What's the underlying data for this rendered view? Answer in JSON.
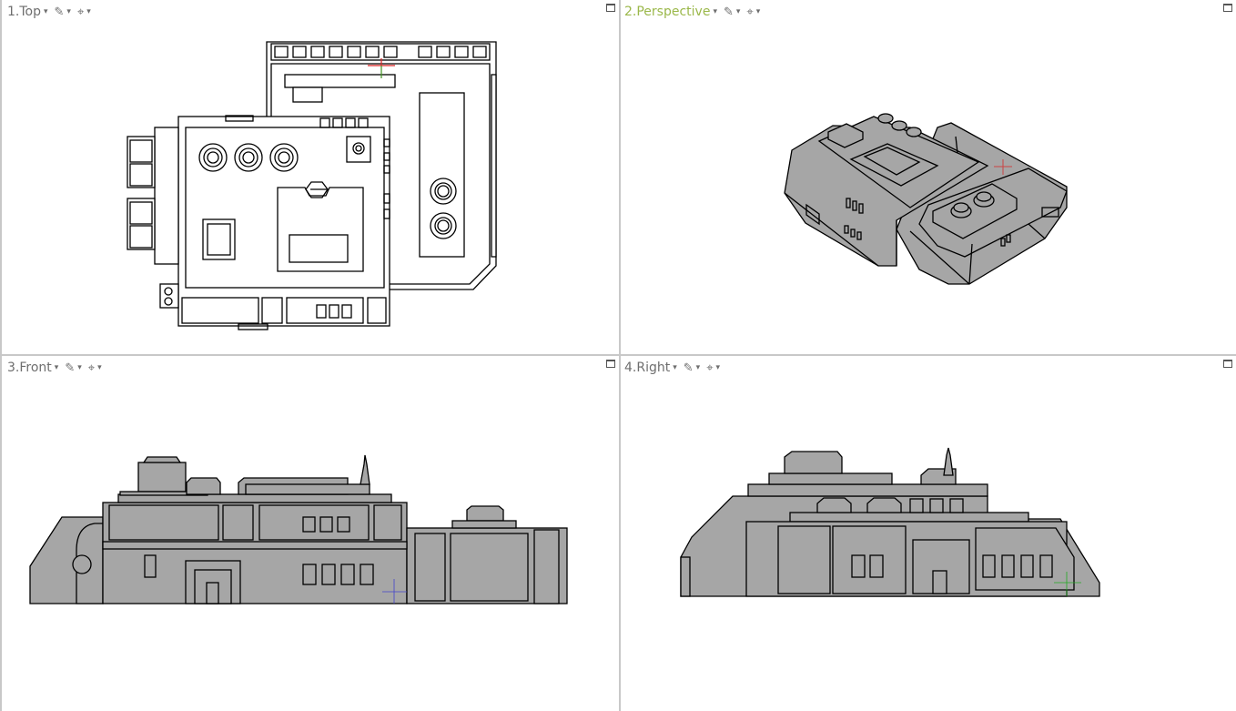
{
  "viewports": [
    {
      "label": "1.Top",
      "active": false
    },
    {
      "label": "2.Perspective",
      "active": true
    },
    {
      "label": "3.Front",
      "active": false
    },
    {
      "label": "4.Right",
      "active": false
    }
  ],
  "icons": {
    "display_mode": "pen-icon",
    "snap": "crosshair-target-icon",
    "dropdown": "caret-down-icon",
    "maximize": "maximize-icon"
  },
  "colors": {
    "active_label": "#9bb84a",
    "label": "#6e6e6e",
    "model_fill": "#a6a6a6",
    "divider": "#c8c8c8"
  }
}
